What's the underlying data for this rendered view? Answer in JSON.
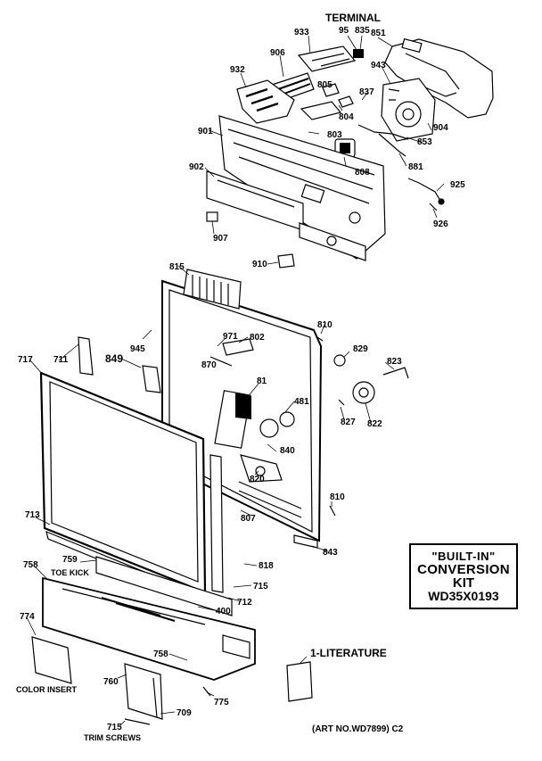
{
  "top_title": "TERMINAL",
  "conversion_kit": {
    "line1": "\"BUILT-IN\"",
    "line2": "CONVERSION",
    "line3": "KIT",
    "line4": "WD35X0193"
  },
  "art_note": "(ART NO.WD7899) C2",
  "captions": {
    "literature": "1-LITERATURE",
    "toe_kick": "TOE KICK",
    "color_insert": "COLOR INSERT",
    "trim_screws": "TRIM SCREWS"
  },
  "labels": {
    "l933": "933",
    "l95": "95",
    "l835": "835",
    "l851": "851",
    "l906": "906",
    "l943a": "943",
    "l932": "932",
    "l805": "805",
    "l837": "837",
    "l804": "804",
    "l904": "904",
    "l901": "901",
    "l803": "803",
    "l853": "853",
    "l808": "808",
    "l881": "881",
    "l902": "902",
    "l925": "925",
    "l926": "926",
    "l907": "907",
    "l910": "910",
    "l815": "815",
    "l810a": "810",
    "l945": "945",
    "l971": "971",
    "l802": "802",
    "l829": "829",
    "l717": "717",
    "l711": "711",
    "l849": "849",
    "l870": "870",
    "l823": "823",
    "l81": "81",
    "l481": "481",
    "l827": "827",
    "l822": "822",
    "l840": "840",
    "l820": "820",
    "l810b": "810",
    "l713": "713",
    "l807": "807",
    "l843": "843",
    "l758a": "758",
    "l759": "759",
    "l818": "818",
    "l715a": "715",
    "l712": "712",
    "l400": "400",
    "l774": "774",
    "l758b": "758",
    "l760": "760",
    "l775": "775",
    "l709": "709",
    "l715b": "715"
  }
}
